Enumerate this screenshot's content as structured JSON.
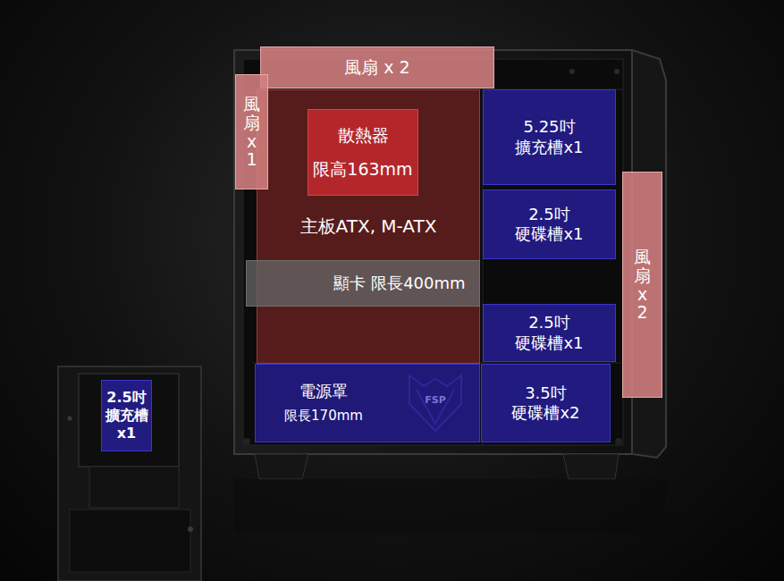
{
  "diagram": {
    "nodes": [
      {
        "text": [
          "風扇 x 2"
        ]
      },
      {
        "text": [
          "風扇x1"
        ]
      },
      {
        "text": [
          "主板ATX, M-ATX"
        ]
      },
      {
        "text": [
          "散熱器",
          "限高163mm"
        ],
        "in": 2
      },
      {
        "text": [
          "5.25吋 擴充槽x1"
        ]
      },
      {
        "text": [
          "2.5吋 硬碟槽x1"
        ]
      },
      {
        "text": [
          "顯卡 限長400mm"
        ]
      },
      {
        "text": [
          "2.5吋 硬碟槽x1"
        ]
      },
      {
        "text": [
          "電源罩",
          "限長170mm"
        ]
      },
      {
        "text": [
          "3.5吋 硬碟槽x2"
        ]
      },
      {
        "text": [
          "風扇x2"
        ]
      },
      {
        "text": [
          "2.5吋 擴充槽 x1"
        ]
      }
    ],
    "labels": [
      "FSP"
    ]
  }
}
